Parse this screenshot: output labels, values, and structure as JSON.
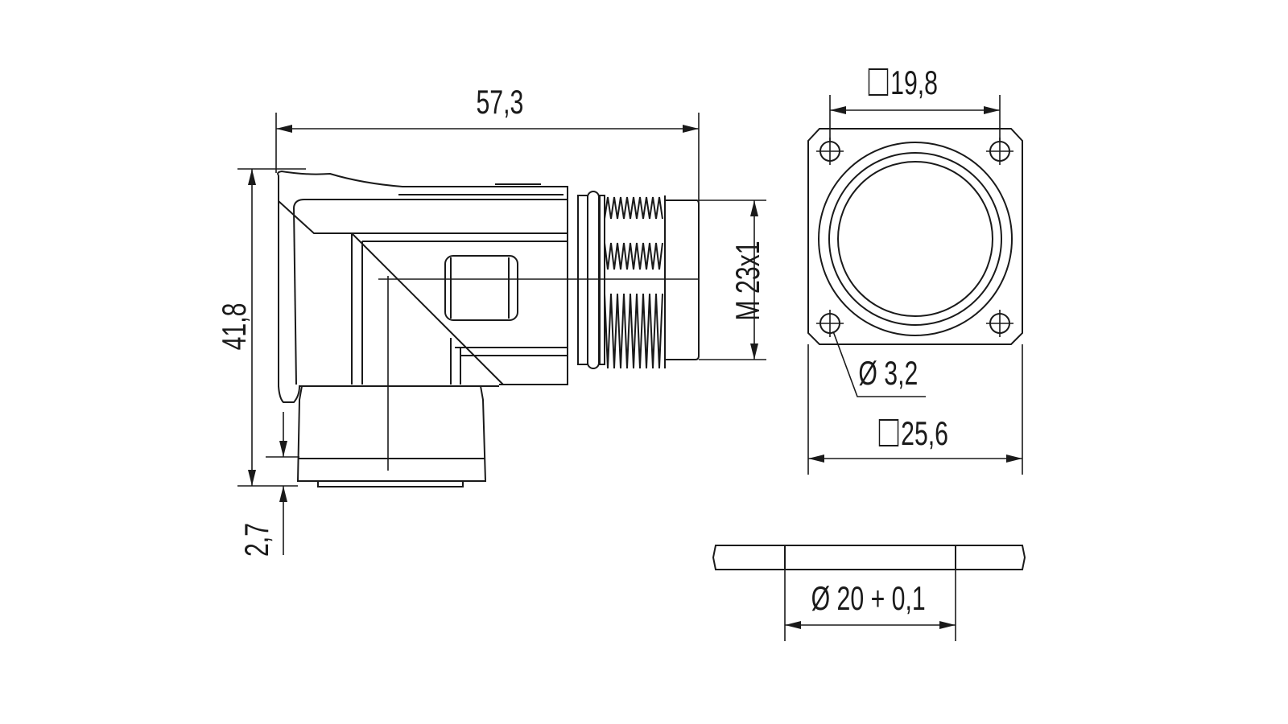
{
  "drawing": {
    "side_view": {
      "length": "57,3",
      "height": "41,8",
      "offset": "2,7",
      "thread": "M 23x1"
    },
    "front_view": {
      "hole_spacing": "19,8",
      "flange_size": "25,6",
      "hole_diameter": "Ø 3,2",
      "square_symbol": "square-icon"
    },
    "panel_cutout": {
      "diameter": "Ø 20 + 0,1"
    },
    "line_color": "#1a1a1a"
  }
}
